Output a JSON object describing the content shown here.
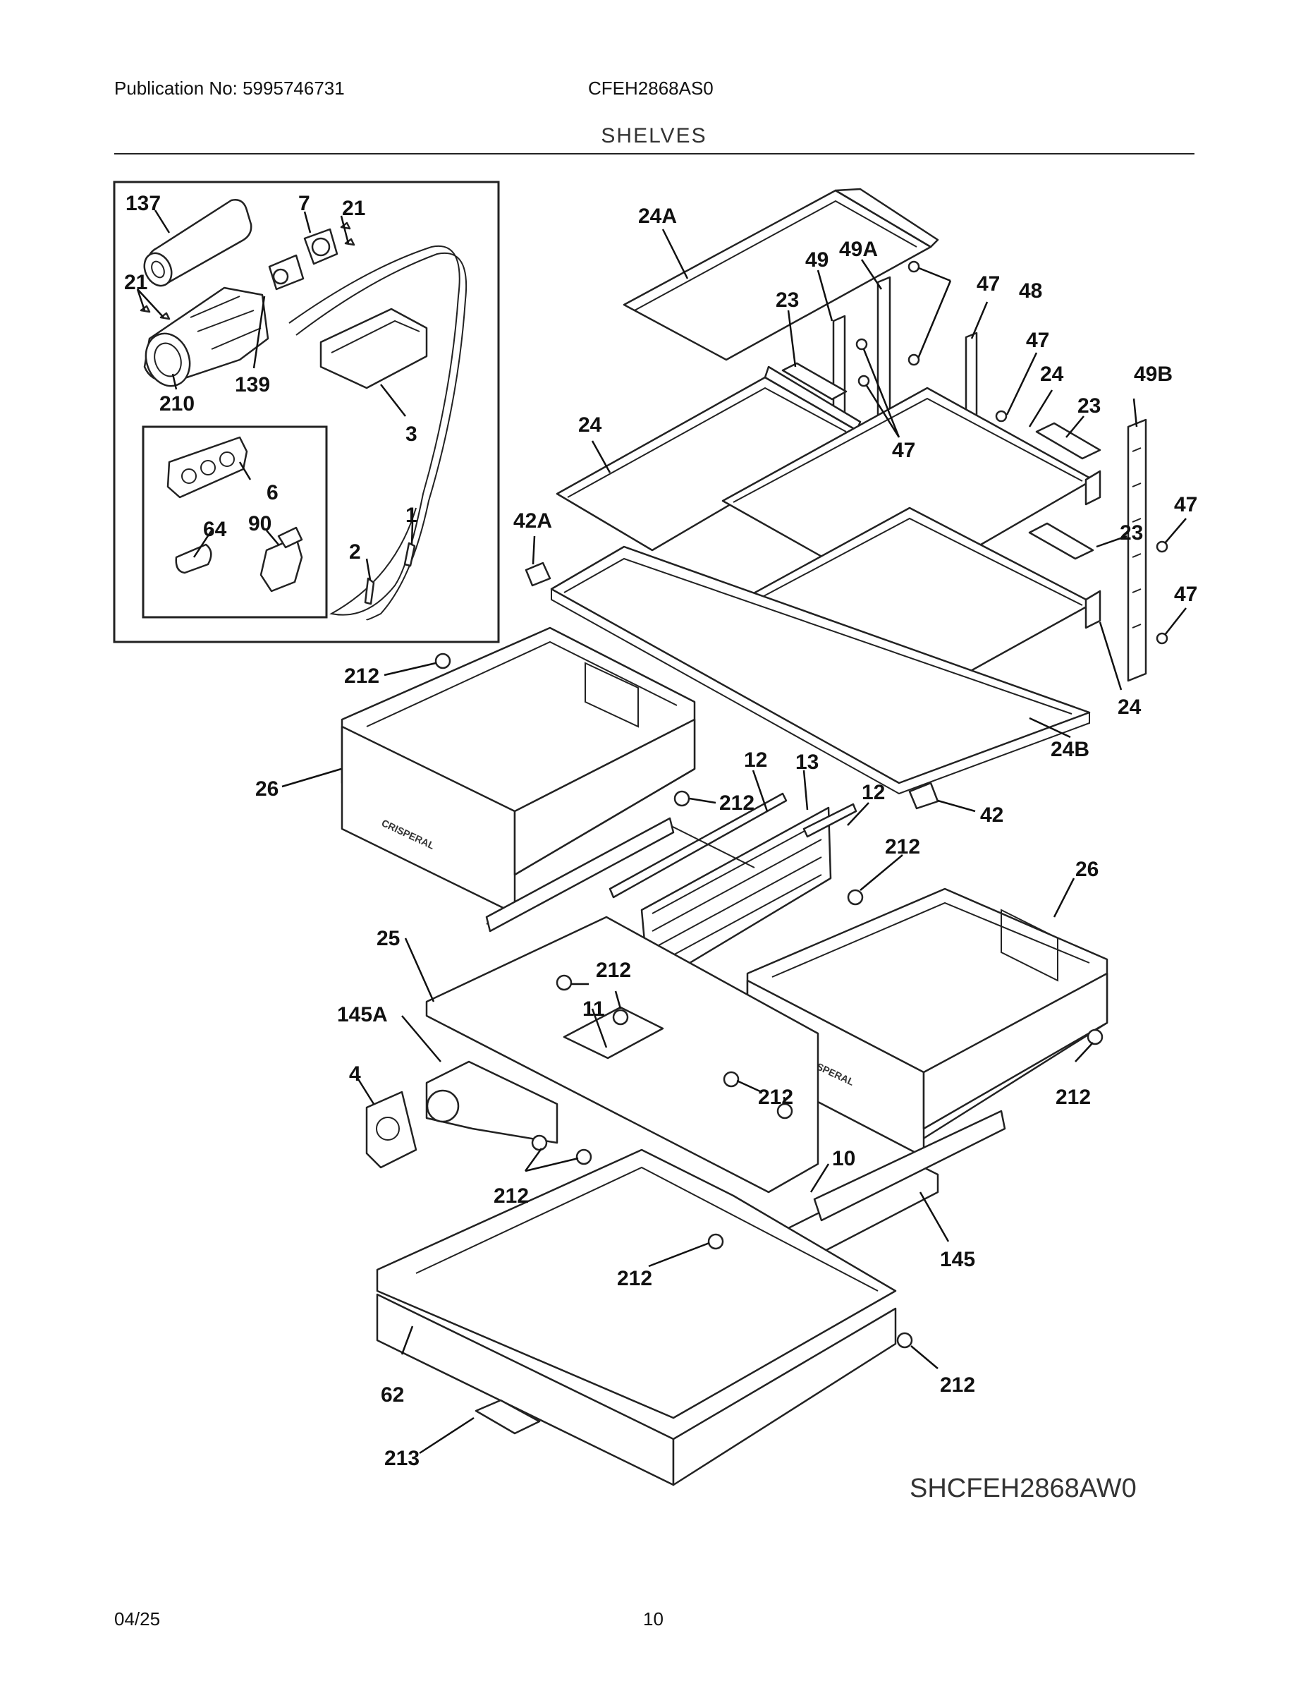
{
  "header": {
    "publication": "Publication No: 5995746731",
    "model": "CFEH2868AS0",
    "section": "SHELVES"
  },
  "diagram": {
    "code": "SHCFEH2868AW0",
    "drawer_brand": "CRISPERAL",
    "labels": {
      "l137": "137",
      "l7": "7",
      "l21a": "21",
      "l21b": "21",
      "l210": "210",
      "l139": "139",
      "l3": "3",
      "l6": "6",
      "l64": "64",
      "l90": "90",
      "l2": "2",
      "l1": "1",
      "l24A": "24A",
      "l49": "49",
      "l49A": "49A",
      "l47a": "47",
      "l48": "48",
      "l23a": "23",
      "l47b": "47",
      "l24a": "24",
      "l49B": "49B",
      "l23b": "23",
      "l24b": "24",
      "l47c": "47",
      "l42A": "42A",
      "l47d": "47",
      "l23c": "23",
      "l47e": "47",
      "l24c": "24",
      "l212a": "212",
      "l26a": "26",
      "l24B": "24B",
      "l12a": "12",
      "l13": "13",
      "l212b": "212",
      "l12b": "12",
      "l42": "42",
      "l212c": "212",
      "l26b": "26",
      "l25": "25",
      "l212d": "212",
      "l145A": "145A",
      "l11": "11",
      "l4": "4",
      "l212e": "212",
      "l212f": "212",
      "l10": "10",
      "l212g": "212",
      "l145": "145",
      "l212h": "212",
      "l62": "62",
      "l212i": "212",
      "l213": "213"
    }
  },
  "footer": {
    "date": "04/25",
    "page": "10"
  }
}
